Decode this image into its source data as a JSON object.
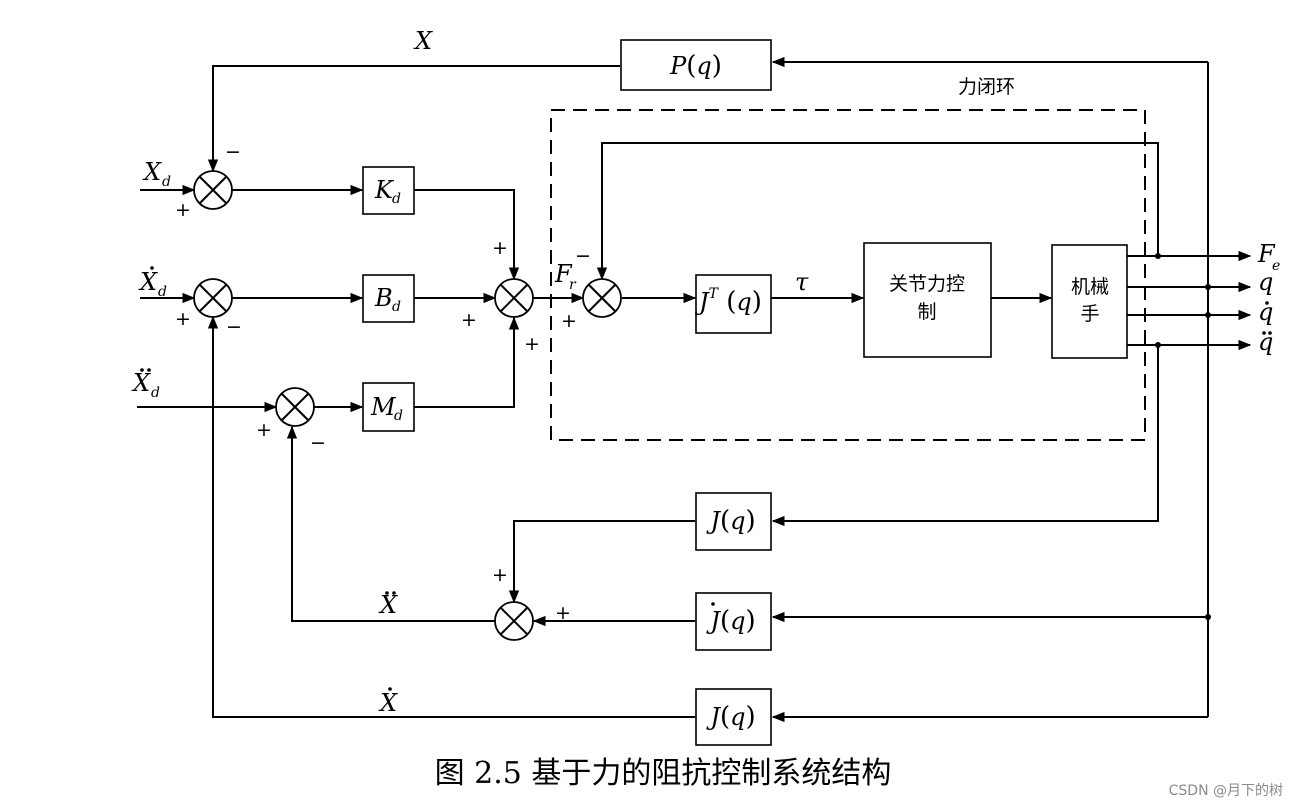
{
  "blocks": {
    "pq": {
      "fn": "P",
      "arg": "q"
    },
    "kd": {
      "fn": "K",
      "sub": "d"
    },
    "bd": {
      "fn": "B",
      "sub": "d"
    },
    "md": {
      "fn": "M",
      "sub": "d"
    },
    "jt": {
      "fn": "J",
      "sup": "T",
      "arg": "q"
    },
    "joint_control": {
      "line1": "关节力控",
      "line2": "制"
    },
    "manipulator": {
      "line1": "机械",
      "line2": "手"
    },
    "j1": {
      "fn": "J",
      "arg": "q"
    },
    "jdot": {
      "fn": "J",
      "arg": "q"
    },
    "j2": {
      "fn": "J",
      "arg": "q"
    }
  },
  "signals": {
    "x": "X",
    "xd": {
      "main": "X",
      "sub": "d"
    },
    "xd_dot": {
      "main": "X",
      "sub": "d"
    },
    "xd_ddot": {
      "main": "X",
      "sub": "d"
    },
    "fr": {
      "main": "F",
      "sub": "r"
    },
    "tau": "τ",
    "fe": {
      "main": "F",
      "sub": "e"
    },
    "q": "q",
    "q_dot": "q",
    "q_ddot": "q",
    "x_ddot_fb": "X",
    "x_dot_fb": "X"
  },
  "signs": {
    "plus": "+",
    "minus": "−"
  },
  "force_loop_label": "力闭环",
  "caption": "图 2.5  基于力的阻抗控制系统结构",
  "watermark": "CSDN @月下的树"
}
